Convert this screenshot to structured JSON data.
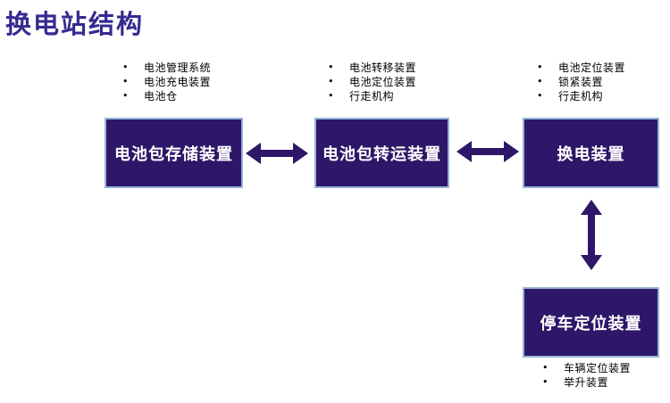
{
  "title": "换电站结构",
  "colors": {
    "background": "#ffffff",
    "title_color": "#352a90",
    "box_fill": "#2e1768",
    "box_border": "#95b3d7",
    "box_text": "#ffffff",
    "arrow": "#2e1768",
    "text_color": "#000000"
  },
  "nodes": [
    {
      "label": "电池包存储装置",
      "bullets": [
        "电池管理系统",
        "电池充电装置",
        "电池仓"
      ]
    },
    {
      "label": "电池包转运装置",
      "bullets": [
        "电池转移装置",
        "电池定位装置",
        "行走机构"
      ]
    },
    {
      "label": "换电装置",
      "bullets": [
        "电池定位装置",
        "锁紧装置",
        "行走机构"
      ]
    },
    {
      "label": "停车定位装置",
      "bullets": [
        "车辆定位装置",
        "举升装置"
      ]
    }
  ],
  "connections": [
    {
      "from": "电池包存储装置",
      "to": "电池包转运装置",
      "type": "double-arrow-horizontal"
    },
    {
      "from": "电池包转运装置",
      "to": "换电装置",
      "type": "double-arrow-horizontal"
    },
    {
      "from": "换电装置",
      "to": "停车定位装置",
      "type": "double-arrow-vertical"
    }
  ]
}
